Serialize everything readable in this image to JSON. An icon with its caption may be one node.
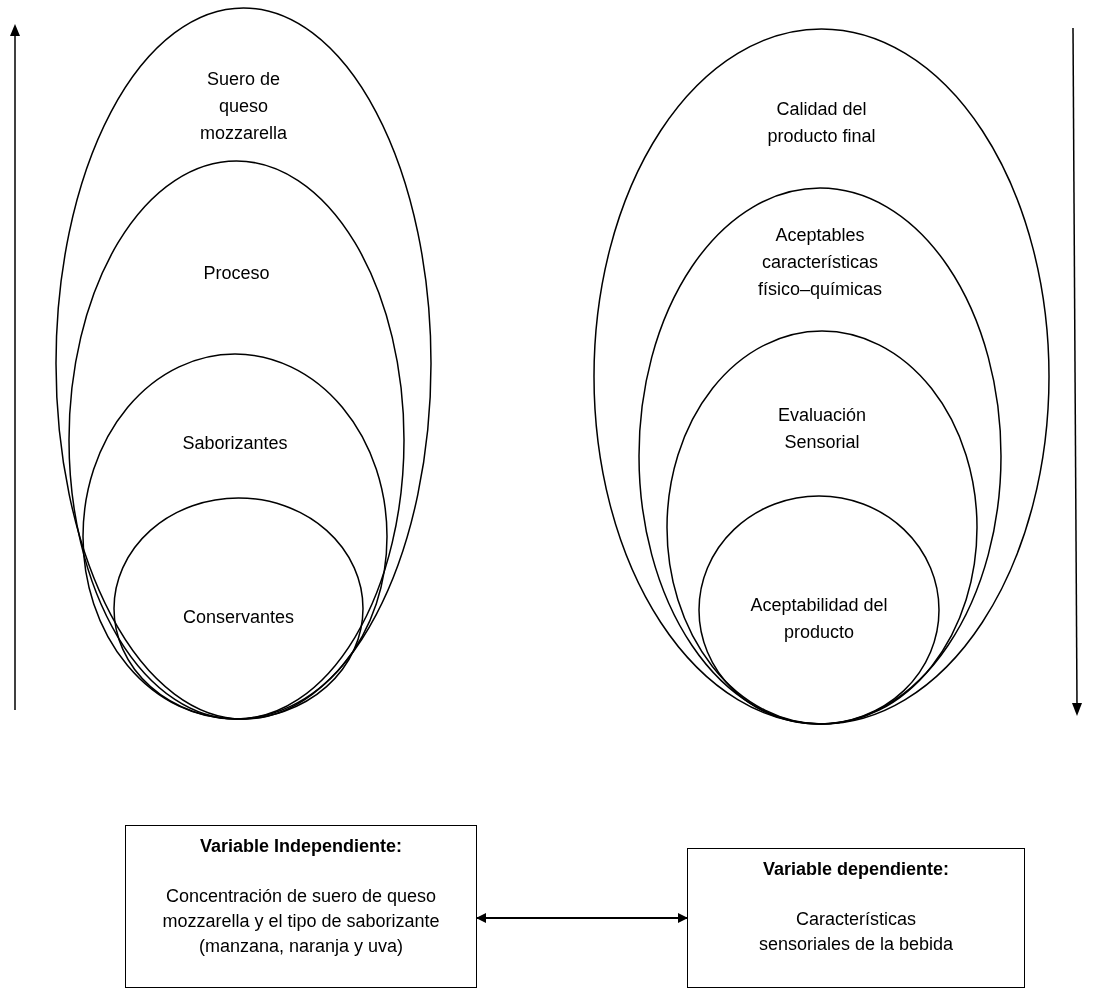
{
  "diagram": {
    "nodes": [
      {
        "text": [
          "Suero de queso mozzarella"
        ]
      },
      {
        "text": [
          "Proceso"
        ],
        "in": 0
      },
      {
        "text": [
          "Saborizantes"
        ],
        "in": 1
      },
      {
        "text": [
          "Conservantes"
        ],
        "in": 2
      },
      {
        "text": [
          "Calidad del producto final"
        ]
      },
      {
        "text": [
          "Aceptables características físico–químicas"
        ],
        "in": 4
      },
      {
        "text": [
          "Evaluación Sensorial"
        ],
        "in": 5
      },
      {
        "text": [
          "Aceptabilidad del producto"
        ],
        "in": 6
      },
      {
        "text": [
          "Variable Independiente:",
          "Concentración de suero de queso mozzarella y el tipo de saborizante (manzana, naranja y uva)"
        ]
      },
      {
        "text": [
          "Variable dependiente:",
          "Características sensoriales de la bebida"
        ]
      }
    ],
    "edges": [
      {
        "from": 8,
        "to": 9,
        "arrow": "both"
      }
    ]
  }
}
